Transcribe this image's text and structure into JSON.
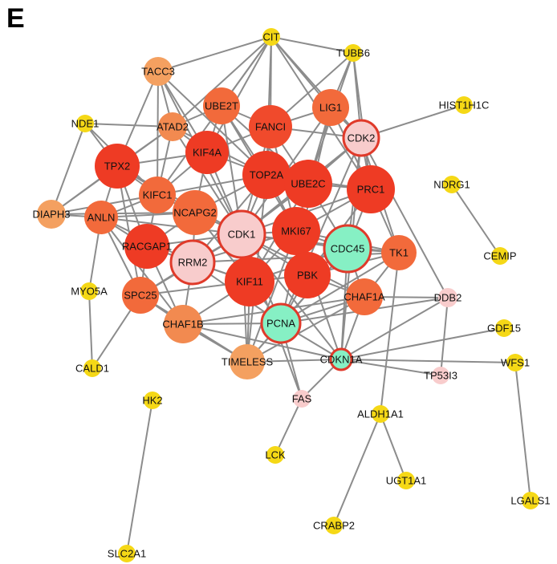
{
  "panel_label": "E",
  "colors": {
    "edge": "#8c8c8c",
    "hub_outline": "#e03a2a",
    "cluster_red": "#ee3b24",
    "cluster_orange": "#f26a3b",
    "light_orange": "#f4a060",
    "yellow": "#f5d816",
    "mint": "#86f0c4",
    "pink": "#f8cccc"
  },
  "nodes": [
    {
      "id": "CIT",
      "label": "CIT",
      "color": "#f5d816"
    },
    {
      "id": "TUBB6",
      "label": "TUBB6",
      "color": "#f5d816"
    },
    {
      "id": "TACC3",
      "label": "TACC3",
      "color": "#f4a060"
    },
    {
      "id": "HIST1H1C",
      "label": "HIST1H1C",
      "color": "#f5d816"
    },
    {
      "id": "UBE2T",
      "label": "UBE2T",
      "color": "#f26a3b"
    },
    {
      "id": "LIG1",
      "label": "LIG1",
      "color": "#f26a3b"
    },
    {
      "id": "NDE1",
      "label": "NDE1",
      "color": "#f5d816"
    },
    {
      "id": "ATAD2",
      "label": "ATAD2",
      "color": "#f28a50"
    },
    {
      "id": "FANCI",
      "label": "FANCI",
      "color": "#f04a2c"
    },
    {
      "id": "CDK2",
      "label": "CDK2",
      "color": "#f8cccc"
    },
    {
      "id": "KIF4A",
      "label": "KIF4A",
      "color": "#ee3b24"
    },
    {
      "id": "TPX2",
      "label": "TPX2",
      "color": "#ee3b24"
    },
    {
      "id": "TOP2A",
      "label": "TOP2A",
      "color": "#ee3b24"
    },
    {
      "id": "UBE2C",
      "label": "UBE2C",
      "color": "#ee3b24"
    },
    {
      "id": "PRC1",
      "label": "PRC1",
      "color": "#ee3b24"
    },
    {
      "id": "NDRG1",
      "label": "NDRG1",
      "color": "#f5d816"
    },
    {
      "id": "KIFC1",
      "label": "KIFC1",
      "color": "#f26a3b"
    },
    {
      "id": "NCAPG2",
      "label": "NCAPG2",
      "color": "#f26a3b"
    },
    {
      "id": "DIAPH3",
      "label": "DIAPH3",
      "color": "#f4a060"
    },
    {
      "id": "ANLN",
      "label": "ANLN",
      "color": "#f26a3b"
    },
    {
      "id": "CDK1",
      "label": "CDK1",
      "color": "#f8cccc"
    },
    {
      "id": "MKI67",
      "label": "MKI67",
      "color": "#ee3b24"
    },
    {
      "id": "CDC45",
      "label": "CDC45",
      "color": "#86f0c4"
    },
    {
      "id": "TK1",
      "label": "TK1",
      "color": "#f26a3b"
    },
    {
      "id": "CEMIP",
      "label": "CEMIP",
      "color": "#f5d816"
    },
    {
      "id": "RACGAP1",
      "label": "RACGAP1",
      "color": "#ee3b24"
    },
    {
      "id": "RRM2",
      "label": "RRM2",
      "color": "#f8cccc"
    },
    {
      "id": "KIF11",
      "label": "KIF11",
      "color": "#ee3b24"
    },
    {
      "id": "PBK",
      "label": "PBK",
      "color": "#ee3b24"
    },
    {
      "id": "MYO5A",
      "label": "MYO5A",
      "color": "#f5d816"
    },
    {
      "id": "SPC25",
      "label": "SPC25",
      "color": "#f26a3b"
    },
    {
      "id": "CHAF1A",
      "label": "CHAF1A",
      "color": "#f26a3b"
    },
    {
      "id": "DDB2",
      "label": "DDB2",
      "color": "#f8cccc"
    },
    {
      "id": "CHAF1B",
      "label": "CHAF1B",
      "color": "#f28a50"
    },
    {
      "id": "PCNA",
      "label": "PCNA",
      "color": "#86f0c4"
    },
    {
      "id": "GDF15",
      "label": "GDF15",
      "color": "#f5d816"
    },
    {
      "id": "CALD1",
      "label": "CALD1",
      "color": "#f5d816"
    },
    {
      "id": "TIMELESS",
      "label": "TIMELESS",
      "color": "#f4a060"
    },
    {
      "id": "CDKN1A",
      "label": "CDKN1A",
      "color": "#86f0c4"
    },
    {
      "id": "TP53I3",
      "label": "TP53I3",
      "color": "#f8cccc"
    },
    {
      "id": "WFS1",
      "label": "WFS1",
      "color": "#f5d816"
    },
    {
      "id": "HK2",
      "label": "HK2",
      "color": "#f5d816"
    },
    {
      "id": "FAS",
      "label": "FAS",
      "color": "#f8cccc"
    },
    {
      "id": "ALDH1A1",
      "label": "ALDH1A1",
      "color": "#f5d816"
    },
    {
      "id": "LCK",
      "label": "LCK",
      "color": "#f5d816"
    },
    {
      "id": "UGT1A1",
      "label": "UGT1A1",
      "color": "#f5d816"
    },
    {
      "id": "LGALS1",
      "label": "LGALS1",
      "color": "#f5d816"
    },
    {
      "id": "CRABP2",
      "label": "CRABP2",
      "color": "#f5d816"
    },
    {
      "id": "SLC2A1",
      "label": "SLC2A1",
      "color": "#f5d816"
    }
  ],
  "outlined_nodes": [
    "CDK2",
    "CDK1",
    "CDC45",
    "RRM2",
    "PCNA",
    "CDKN1A"
  ],
  "edges": [
    [
      "HIST1H1C",
      "CDK2"
    ],
    [
      "NDRG1",
      "CEMIP"
    ],
    [
      "HK2",
      "SLC2A1"
    ],
    [
      "WFS1",
      "LGALS1"
    ],
    [
      "ALDH1A1",
      "CRABP2"
    ],
    [
      "ALDH1A1",
      "UGT1A1"
    ],
    [
      "ALDH1A1",
      "TK1"
    ],
    [
      "MYO5A",
      "CALD1"
    ],
    [
      "MYO5A",
      "ANLN"
    ],
    [
      "CALD1",
      "SPC25"
    ],
    [
      "FAS",
      "LCK"
    ],
    [
      "FAS",
      "PCNA"
    ],
    [
      "FAS",
      "CDK1"
    ],
    [
      "FAS",
      "CDKN1A"
    ],
    [
      "CDKN1A",
      "GDF15"
    ],
    [
      "CDKN1A",
      "DDB2"
    ],
    [
      "CDKN1A",
      "TP53I3"
    ],
    [
      "CDKN1A",
      "WFS1"
    ],
    [
      "CDKN1A",
      "PCNA"
    ],
    [
      "CDKN1A",
      "CDK2"
    ],
    [
      "CDKN1A",
      "CDK1"
    ],
    [
      "CDKN1A",
      "CHAF1A"
    ],
    [
      "CDKN1A",
      "CDC45"
    ],
    [
      "CDKN1A",
      "TIMELESS"
    ],
    [
      "CDKN1A",
      "MKI67"
    ],
    [
      "CDKN1A",
      "CHAF1B"
    ],
    [
      "DDB2",
      "TP53I3"
    ],
    [
      "DDB2",
      "CDK2"
    ],
    [
      "DDB2",
      "PCNA"
    ],
    [
      "DDB2",
      "CHAF1A"
    ],
    [
      "CIT",
      "TUBB6"
    ],
    [
      "CIT",
      "TACC3"
    ],
    [
      "CIT",
      "UBE2T"
    ],
    [
      "CIT",
      "LIG1"
    ],
    [
      "CIT",
      "KIF4A"
    ],
    [
      "CIT",
      "TOP2A"
    ],
    [
      "CIT",
      "KIFC1"
    ],
    [
      "CIT",
      "FANCI"
    ],
    [
      "CIT",
      "CDK2"
    ],
    [
      "CIT",
      "PRC1"
    ],
    [
      "CIT",
      "ATAD2"
    ],
    [
      "TUBB6",
      "LIG1"
    ],
    [
      "TUBB6",
      "UBE2C"
    ],
    [
      "TUBB6",
      "CDK2"
    ],
    [
      "TUBB6",
      "FANCI"
    ],
    [
      "TUBB6",
      "PRC1"
    ],
    [
      "NDE1",
      "TPX2"
    ],
    [
      "NDE1",
      "DIAPH3"
    ],
    [
      "NDE1",
      "ATAD2"
    ],
    [
      "NDE1",
      "KIFC1"
    ],
    [
      "DIAPH3",
      "TPX2"
    ],
    [
      "DIAPH3",
      "ANLN"
    ],
    [
      "DIAPH3",
      "KIFC1"
    ],
    [
      "DIAPH3",
      "NCAPG2"
    ],
    [
      "DIAPH3",
      "ATAD2"
    ],
    [
      "TACC3",
      "TPX2"
    ],
    [
      "TACC3",
      "ATAD2"
    ],
    [
      "TACC3",
      "KIF4A"
    ],
    [
      "TACC3",
      "KIFC1"
    ],
    [
      "TACC3",
      "TOP2A"
    ],
    [
      "TACC3",
      "CDK1"
    ],
    [
      "UBE2T",
      "ATAD2"
    ],
    [
      "UBE2T",
      "KIF4A"
    ],
    [
      "UBE2T",
      "FANCI"
    ],
    [
      "UBE2T",
      "TOP2A"
    ],
    [
      "UBE2T",
      "UBE2C"
    ],
    [
      "UBE2T",
      "CDK1"
    ],
    [
      "UBE2T",
      "MKI67"
    ],
    [
      "LIG1",
      "FANCI"
    ],
    [
      "LIG1",
      "CDK2"
    ],
    [
      "LIG1",
      "UBE2C"
    ],
    [
      "LIG1",
      "PRC1"
    ],
    [
      "LIG1",
      "PCNA"
    ],
    [
      "LIG1",
      "CDK1"
    ],
    [
      "ATAD2",
      "KIF4A"
    ],
    [
      "ATAD2",
      "TPX2"
    ],
    [
      "ATAD2",
      "KIFC1"
    ],
    [
      "ATAD2",
      "TOP2A"
    ],
    [
      "ATAD2",
      "CDK1"
    ],
    [
      "FANCI",
      "CDK2"
    ],
    [
      "FANCI",
      "TOP2A"
    ],
    [
      "FANCI",
      "UBE2C"
    ],
    [
      "FANCI",
      "KIF4A"
    ],
    [
      "FANCI",
      "MKI67"
    ],
    [
      "FANCI",
      "CDK1"
    ],
    [
      "CDK2",
      "PRC1"
    ],
    [
      "CDK2",
      "CDC45"
    ],
    [
      "CDK2",
      "UBE2C"
    ],
    [
      "CDK2",
      "TK1"
    ],
    [
      "CDK2",
      "CDK1"
    ],
    [
      "CDK2",
      "PCNA"
    ],
    [
      "KIF4A",
      "TPX2"
    ],
    [
      "KIF4A",
      "TOP2A"
    ],
    [
      "KIF4A",
      "KIFC1"
    ],
    [
      "KIF4A",
      "NCAPG2"
    ],
    [
      "KIF4A",
      "CDK1"
    ],
    [
      "TPX2",
      "KIFC1"
    ],
    [
      "TPX2",
      "ANLN"
    ],
    [
      "TPX2",
      "RACGAP1"
    ],
    [
      "TPX2",
      "NCAPG2"
    ],
    [
      "TPX2",
      "CDK1"
    ],
    [
      "TPX2",
      "SPC25"
    ],
    [
      "TOP2A",
      "UBE2C"
    ],
    [
      "TOP2A",
      "NCAPG2"
    ],
    [
      "TOP2A",
      "CDK1"
    ],
    [
      "TOP2A",
      "MKI67"
    ],
    [
      "TOP2A",
      "KIFC1"
    ],
    [
      "TOP2A",
      "PRC1"
    ],
    [
      "TOP2A",
      "RRM2"
    ],
    [
      "UBE2C",
      "PRC1"
    ],
    [
      "UBE2C",
      "MKI67"
    ],
    [
      "UBE2C",
      "CDC45"
    ],
    [
      "UBE2C",
      "CDK1"
    ],
    [
      "UBE2C",
      "KIF11"
    ],
    [
      "PRC1",
      "CDC45"
    ],
    [
      "PRC1",
      "TK1"
    ],
    [
      "PRC1",
      "MKI67"
    ],
    [
      "PRC1",
      "CDK1"
    ],
    [
      "PRC1",
      "PBK"
    ],
    [
      "KIFC1",
      "NCAPG2"
    ],
    [
      "KIFC1",
      "ANLN"
    ],
    [
      "KIFC1",
      "RACGAP1"
    ],
    [
      "KIFC1",
      "CDK1"
    ],
    [
      "NCAPG2",
      "CDK1"
    ],
    [
      "NCAPG2",
      "ANLN"
    ],
    [
      "NCAPG2",
      "RACGAP1"
    ],
    [
      "NCAPG2",
      "RRM2"
    ],
    [
      "NCAPG2",
      "KIF11"
    ],
    [
      "ANLN",
      "RACGAP1"
    ],
    [
      "ANLN",
      "CDK1"
    ],
    [
      "ANLN",
      "SPC25"
    ],
    [
      "ANLN",
      "RRM2"
    ],
    [
      "ANLN",
      "CHAF1B"
    ],
    [
      "CDK1",
      "MKI67"
    ],
    [
      "CDK1",
      "RRM2"
    ],
    [
      "CDK1",
      "KIF11"
    ],
    [
      "CDK1",
      "PBK"
    ],
    [
      "CDK1",
      "CDC45"
    ],
    [
      "CDK1",
      "PCNA"
    ],
    [
      "CDK1",
      "RACGAP1"
    ],
    [
      "CDK1",
      "TK1"
    ],
    [
      "CDK1",
      "SPC25"
    ],
    [
      "CDK1",
      "CHAF1A"
    ],
    [
      "MKI67",
      "CDC45"
    ],
    [
      "MKI67",
      "KIF11"
    ],
    [
      "MKI67",
      "PBK"
    ],
    [
      "MKI67",
      "RRM2"
    ],
    [
      "MKI67",
      "TK1"
    ],
    [
      "CDC45",
      "TK1"
    ],
    [
      "CDC45",
      "PBK"
    ],
    [
      "CDC45",
      "CHAF1A"
    ],
    [
      "CDC45",
      "PCNA"
    ],
    [
      "CDC45",
      "KIF11"
    ],
    [
      "TK1",
      "PBK"
    ],
    [
      "TK1",
      "CHAF1A"
    ],
    [
      "TK1",
      "PCNA"
    ],
    [
      "TK1",
      "RRM2"
    ],
    [
      "RACGAP1",
      "RRM2"
    ],
    [
      "RACGAP1",
      "SPC25"
    ],
    [
      "RACGAP1",
      "KIF11"
    ],
    [
      "RACGAP1",
      "CHAF1B"
    ],
    [
      "RRM2",
      "KIF11"
    ],
    [
      "RRM2",
      "SPC25"
    ],
    [
      "RRM2",
      "PCNA"
    ],
    [
      "RRM2",
      "CHAF1B"
    ],
    [
      "KIF11",
      "PBK"
    ],
    [
      "KIF11",
      "SPC25"
    ],
    [
      "KIF11",
      "PCNA"
    ],
    [
      "KIF11",
      "CHAF1B"
    ],
    [
      "KIF11",
      "TIMELESS"
    ],
    [
      "PBK",
      "CHAF1A"
    ],
    [
      "PBK",
      "PCNA"
    ],
    [
      "SPC25",
      "CHAF1B"
    ],
    [
      "SPC25",
      "TIMELESS"
    ],
    [
      "CHAF1A",
      "PCNA"
    ],
    [
      "CHAF1A",
      "CHAF1B"
    ],
    [
      "CHAF1A",
      "TIMELESS"
    ],
    [
      "CHAF1B",
      "PCNA"
    ],
    [
      "CHAF1B",
      "TIMELESS"
    ],
    [
      "PCNA",
      "TIMELESS"
    ],
    [
      "TIMELESS",
      "MKI67"
    ],
    [
      "TIMELESS",
      "CDC45"
    ],
    [
      "TIMELESS",
      "TOP2A"
    ],
    [
      "TIMELESS",
      "CDK1"
    ]
  ]
}
